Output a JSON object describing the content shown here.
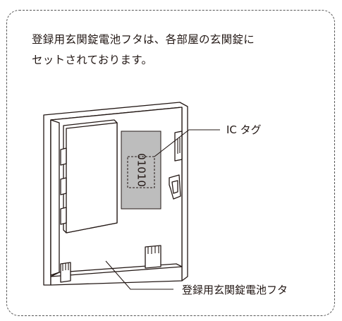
{
  "description": {
    "line1": "登録用玄関錠電池フタは、各部屋の玄関錠に",
    "line2": "セットされております。"
  },
  "figure": {
    "tag_number": "01010",
    "callouts": {
      "ic_tag": "IC タグ",
      "battery_cover": "登録用玄関錠電池フタ"
    }
  },
  "colors": {
    "line": "#231815",
    "tag_fill": "#bdbdbd",
    "border": "#555555"
  }
}
